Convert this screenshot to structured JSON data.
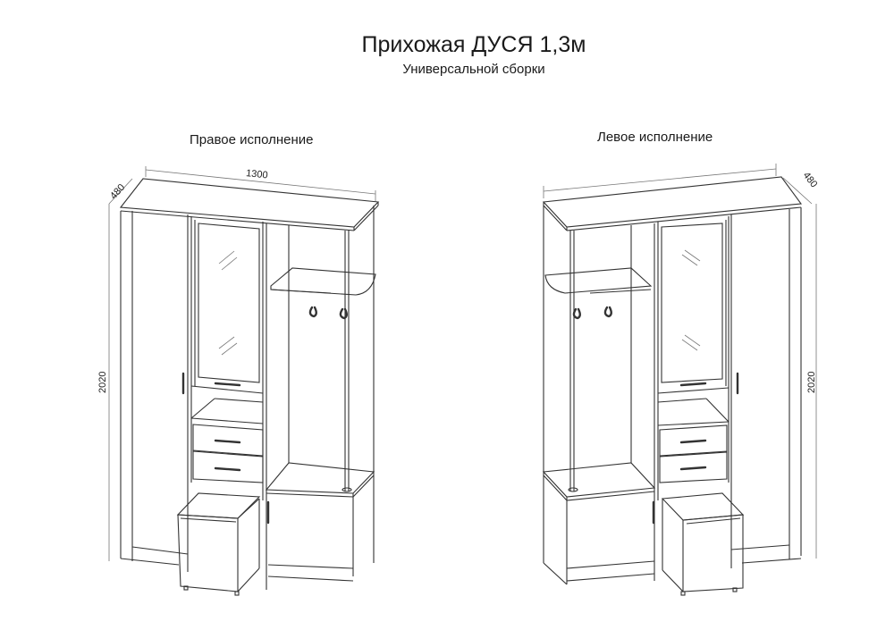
{
  "header": {
    "title": "Прихожая ДУСЯ 1,3м",
    "subtitle": "Универсальной сборки"
  },
  "views": [
    {
      "label": "Правое исполнение",
      "dimensions": {
        "width": "1300",
        "depth": "480",
        "height": "2020"
      }
    },
    {
      "label": "Левое исполнение",
      "dimensions": {
        "width": "",
        "depth": "480",
        "height": "2020"
      }
    }
  ],
  "colors": {
    "line": "#333333",
    "background": "#ffffff"
  }
}
